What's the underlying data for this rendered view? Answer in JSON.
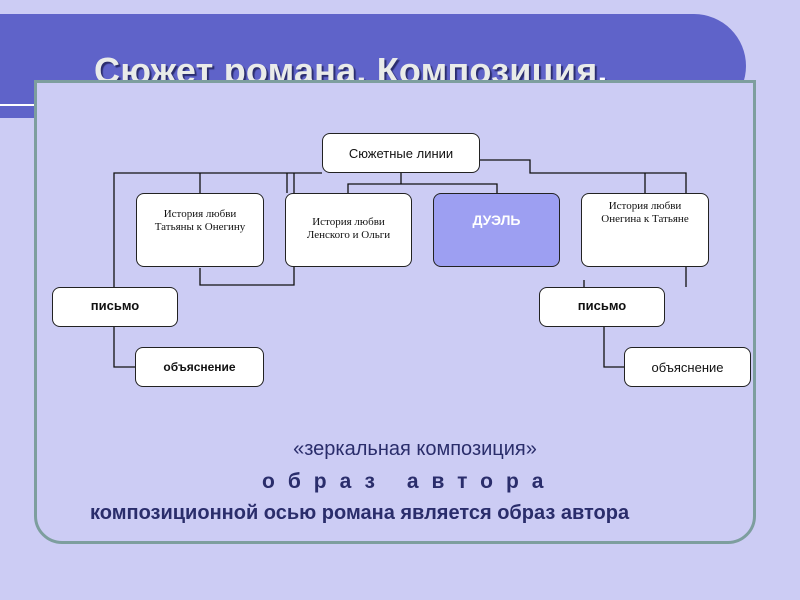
{
  "slide": {
    "title": "Сюжет романа. Композиция",
    "title_dot": "."
  },
  "diagram": {
    "root": "Сюжетные линии",
    "tatiana_love": "История любви Татьяны к Онегину",
    "lensky_love": "История любви Ленского и Ольги",
    "duel": "ДУЭЛЬ",
    "onegin_love": "История любви Онегина к Татьяне",
    "left_letter": "письмо",
    "left_explanation": "объяснение",
    "right_letter": "письмо",
    "right_explanation": "объяснение"
  },
  "footer": {
    "mirror": "«зеркальная композиция»",
    "author_image": "образ автора",
    "axis": "композиционной  осью романа является образ автора"
  },
  "colors": {
    "background": "#ccccf4",
    "title_band": "#5f63c9",
    "duel_box": "#9d9ff2",
    "text_dark": "#2a2d6b"
  }
}
